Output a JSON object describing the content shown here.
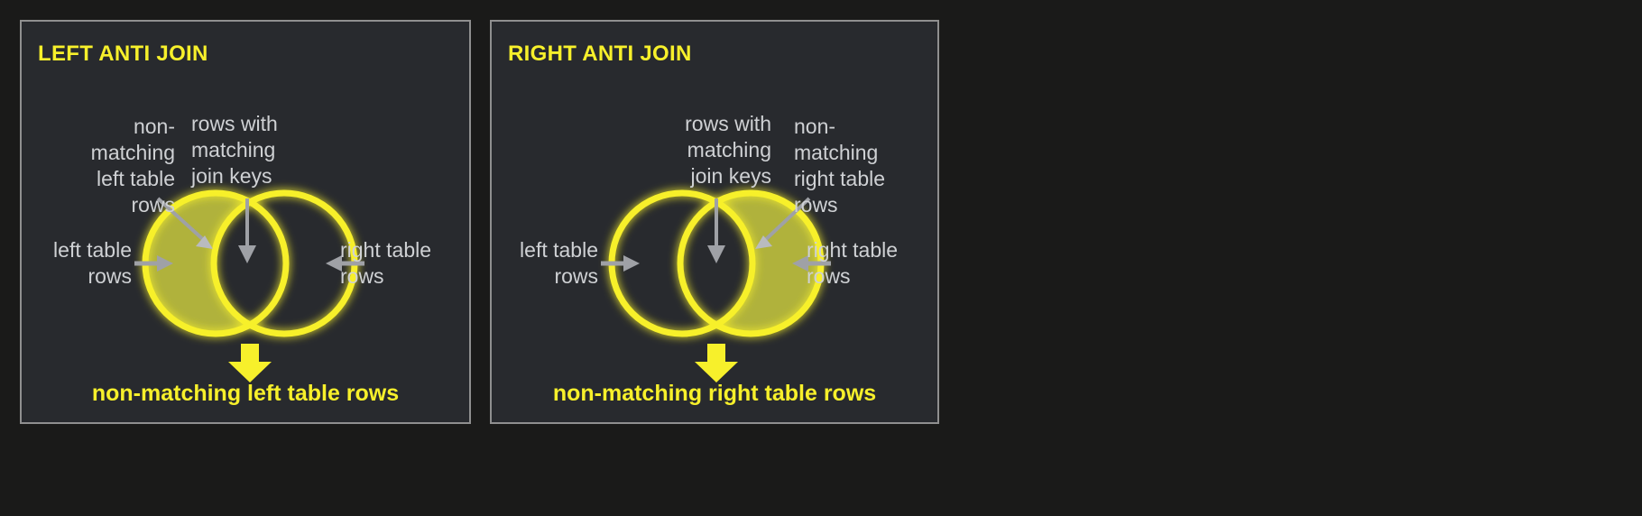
{
  "page": {
    "background_color": "#1a1a19"
  },
  "theme": {
    "panel_background": "#282a2e",
    "panel_border": "#8f8f8f",
    "accent_yellow": "#f7f02b",
    "fill_olive": "#b0b23c",
    "annotation_gray": "#cfd1d4",
    "arrow_gray": "#9fa1a6"
  },
  "panels": [
    {
      "id": "left-anti-join",
      "title": "LEFT ANTI JOIN",
      "annotations": {
        "top_left": "non-\nmatching\nleft table\nrows",
        "top_center": "rows with\nmatching\njoin keys",
        "side_left": "left table\nrows",
        "side_right": "right table\nrows"
      },
      "highlighted_region": "left-only",
      "result_arrow": "down-arrow-icon",
      "caption": "non-matching left table rows"
    },
    {
      "id": "right-anti-join",
      "title": "RIGHT ANTI JOIN",
      "annotations": {
        "top_center": "rows with\nmatching\njoin keys",
        "top_right": "non-\nmatching\nright table\nrows",
        "side_left": "left table\nrows",
        "side_right": "right table\nrows"
      },
      "highlighted_region": "right-only",
      "result_arrow": "down-arrow-icon",
      "caption": "non-matching right table rows"
    }
  ]
}
